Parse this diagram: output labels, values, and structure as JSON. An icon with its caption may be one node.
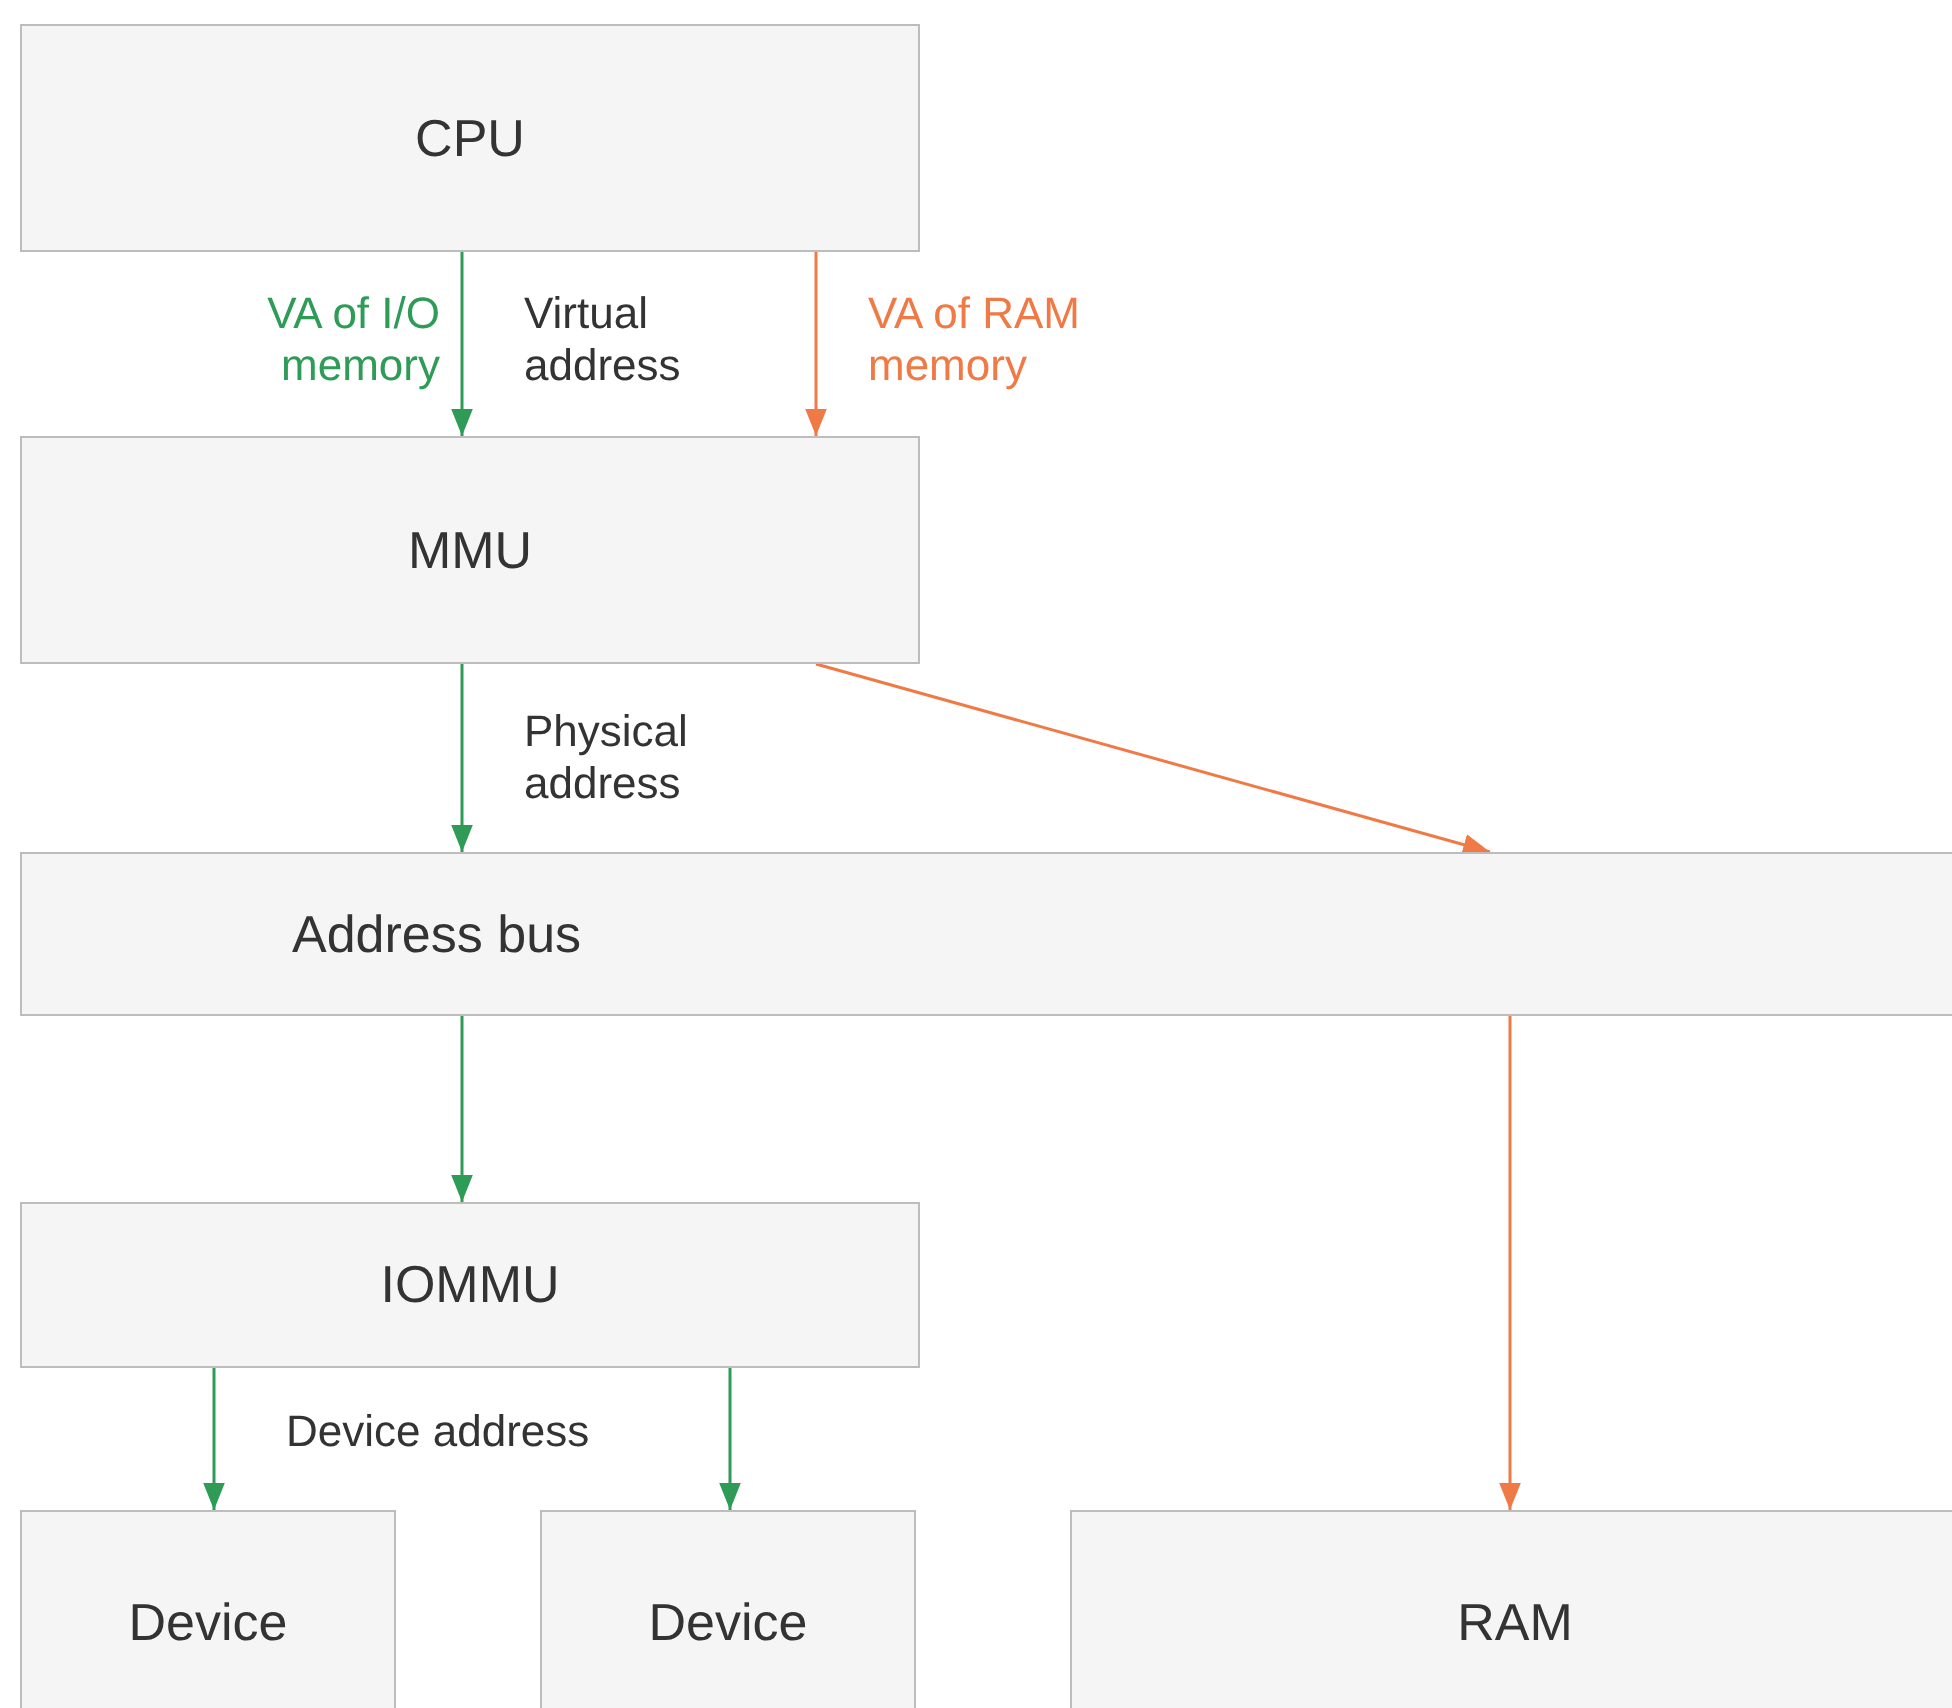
{
  "diagram": {
    "nodes": [
      {
        "text": [
          "CPU"
        ]
      },
      {
        "text": [
          "MMU"
        ]
      },
      {
        "text": [
          "Address bus"
        ]
      },
      {
        "text": [
          "IOMMU"
        ]
      },
      {
        "text": [
          "Device"
        ]
      },
      {
        "text": [
          "Device"
        ]
      },
      {
        "text": [
          "RAM"
        ]
      }
    ],
    "edges": [
      {
        "from": 0,
        "to": 1,
        "arrow": "to",
        "label": "VA of I/O memory"
      },
      {
        "from": 0,
        "to": 1,
        "arrow": "to",
        "label": "VA of RAM memory",
        "color": "#f07a45"
      },
      {
        "from": 1,
        "to": 2,
        "arrow": "to"
      },
      {
        "from": 1,
        "to": 2,
        "arrow": "to",
        "color": "#f07a45"
      },
      {
        "from": 2,
        "to": 3,
        "arrow": "to"
      },
      {
        "from": 2,
        "to": 6,
        "arrow": "to",
        "color": "#f07a45"
      },
      {
        "from": 3,
        "to": 4,
        "arrow": "to"
      },
      {
        "from": 3,
        "to": 5,
        "arrow": "to"
      }
    ],
    "labels": [
      "Virtual address",
      "Physical address",
      "Device address"
    ]
  }
}
